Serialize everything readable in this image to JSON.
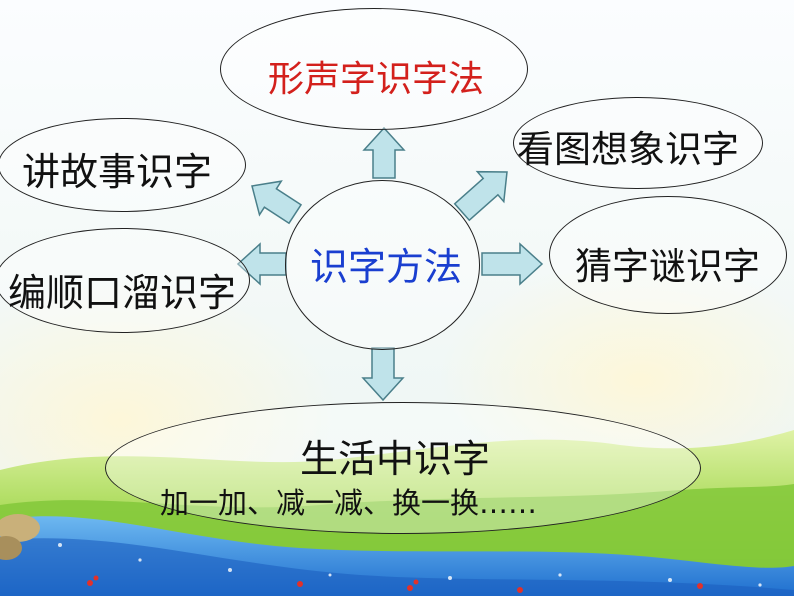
{
  "diagram": {
    "center": {
      "text": "识字方法",
      "color": "#1a3fd0"
    },
    "nodes": {
      "top": {
        "text": "形声字识字法",
        "color": "#d3201c"
      },
      "upper_left": {
        "text": "讲故事识字"
      },
      "upper_right": {
        "text": "看图想象识字"
      },
      "left": {
        "text": "编顺口溜识字"
      },
      "right": {
        "text": "猜字谜识字"
      },
      "bottom": {
        "title": "生活中识字",
        "subtitle": "加一加、减一减、换一换……"
      }
    }
  },
  "colors": {
    "arrow_fill": "#bfe3ea",
    "arrow_stroke": "#4a7f8a",
    "sky": "#f7fbff",
    "grass": "#8ccf3a",
    "water": "#2a7fd6"
  }
}
